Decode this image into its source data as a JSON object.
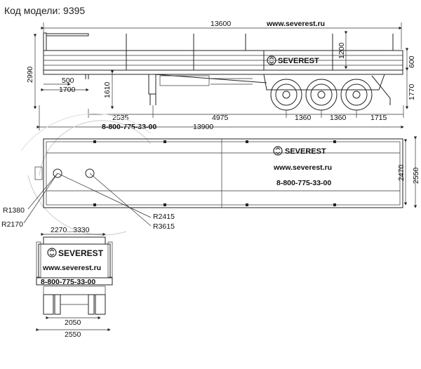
{
  "header": {
    "model_code": "Код модели: 9395"
  },
  "side_view": {
    "brand": "SEVEREST",
    "dims": {
      "overall_top": "13600",
      "website": "www.severest.ru",
      "height": "2990",
      "d1200": "1200",
      "d600": "600",
      "d1770": "1770",
      "d500": "500",
      "d1700": "1700",
      "d1610": "1610",
      "d2535": "2535",
      "d4975": "4975",
      "d1360a": "1360",
      "d1360b": "1360",
      "d1715": "1715",
      "phone": "8-800-775-33-00",
      "overall_bottom": "13900"
    }
  },
  "top_view": {
    "brand": "SEVEREST",
    "website": "www.severest.ru",
    "phone": "8-800-775-33-00",
    "width_inner": "2470",
    "width_outer": "2550",
    "r1380": "R1380",
    "r2170": "R2170",
    "r2415": "R2415",
    "r3615": "R3615"
  },
  "rear_view": {
    "brand": "SEVEREST",
    "website": "www.severest.ru",
    "phone": "8-800-775-33-00",
    "top_dim": "2270...3330",
    "track": "2050",
    "width": "2550"
  }
}
